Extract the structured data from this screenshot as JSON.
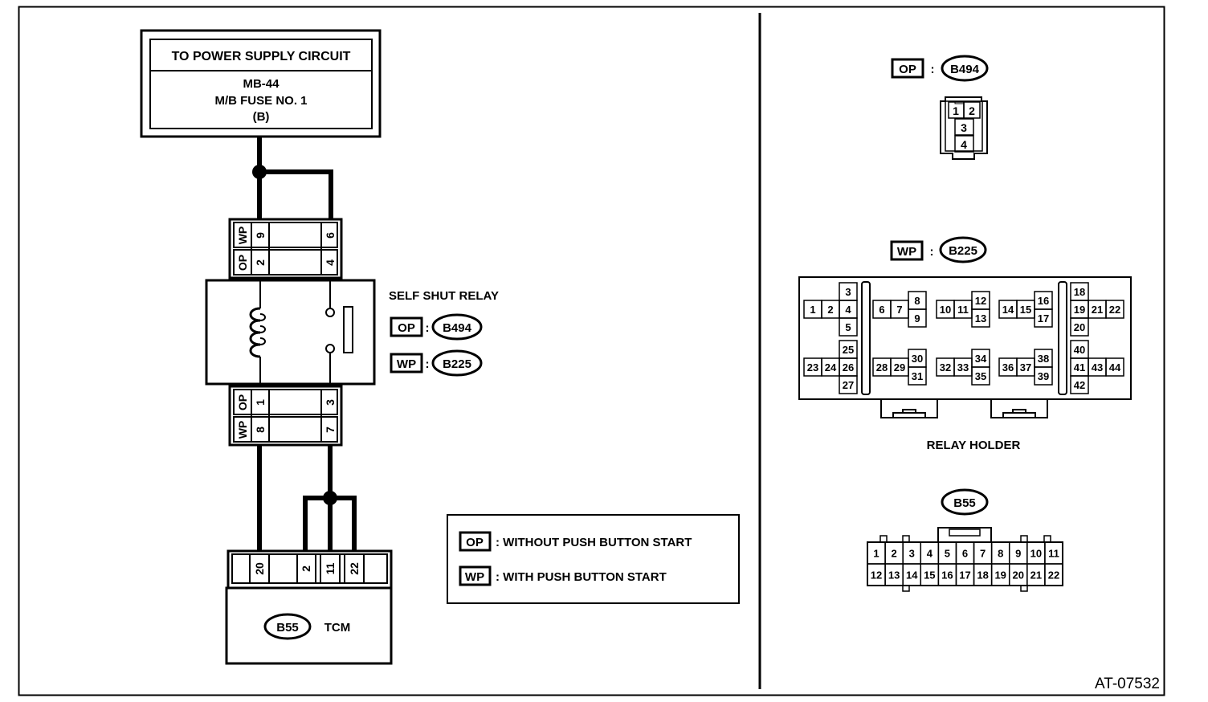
{
  "power_supply": {
    "heading": "TO POWER SUPPLY CIRCUIT",
    "line1": "MB-44",
    "line2": "M/B FUSE NO. 1",
    "line3": "(B)"
  },
  "relay": {
    "title": "SELF SHUT RELAY",
    "op_tag": "OP",
    "op_connector": "B494",
    "wp_tag": "WP",
    "wp_connector": "B225",
    "top_pins": {
      "wp_left": "9",
      "wp_right": "6",
      "op_left": "2",
      "op_right": "4"
    },
    "bottom_pins": {
      "op_left": "1",
      "op_right": "3",
      "wp_left": "8",
      "wp_right": "7"
    }
  },
  "tcm": {
    "connector": "B55",
    "label": "TCM",
    "pins": [
      "20",
      "2",
      "11",
      "22"
    ]
  },
  "legend": {
    "op_tag": "OP",
    "op_text": ": WITHOUT PUSH BUTTON START",
    "wp_tag": "WP",
    "wp_text": ": WITH PUSH BUTTON START"
  },
  "connector_b494": {
    "tag": "OP",
    "sep": ":",
    "name": "B494",
    "pins": [
      "1",
      "2",
      "3",
      "4"
    ]
  },
  "connector_b225": {
    "tag": "WP",
    "sep": ":",
    "name": "B225",
    "caption": "RELAY HOLDER",
    "pins": [
      "1",
      "2",
      "3",
      "4",
      "5",
      "6",
      "7",
      "8",
      "9",
      "10",
      "11",
      "12",
      "13",
      "14",
      "15",
      "16",
      "17",
      "18",
      "19",
      "20",
      "21",
      "22",
      "23",
      "24",
      "25",
      "26",
      "27",
      "28",
      "29",
      "30",
      "31",
      "32",
      "33",
      "34",
      "35",
      "36",
      "37",
      "38",
      "39",
      "40",
      "41",
      "42",
      "43",
      "44"
    ]
  },
  "connector_b55": {
    "name": "B55",
    "pins_row1": [
      "1",
      "2",
      "3",
      "4",
      "5",
      "6",
      "7",
      "8",
      "9",
      "10",
      "11"
    ],
    "pins_row2": [
      "12",
      "13",
      "14",
      "15",
      "16",
      "17",
      "18",
      "19",
      "20",
      "21",
      "22"
    ]
  },
  "figure_code": "AT-07532"
}
